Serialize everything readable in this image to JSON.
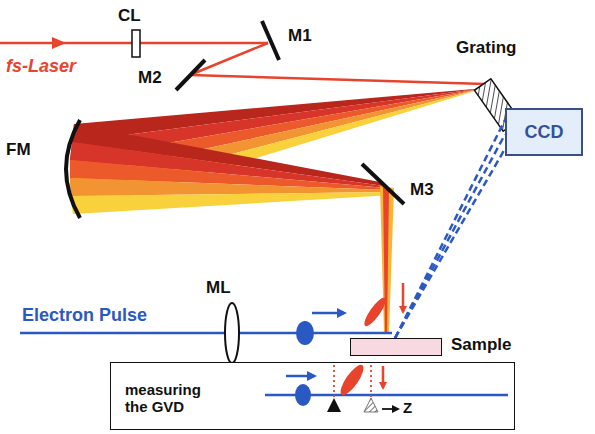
{
  "diagram": {
    "nodes": [
      {
        "text": [
          "CCD"
        ]
      },
      {
        "text": [
          "Sample"
        ]
      },
      {
        "text": [
          "measuring the GVD"
        ]
      }
    ],
    "edges": [
      {
        "from": 1,
        "to": 0,
        "arrow": "none"
      },
      {
        "from": 1,
        "to": 0,
        "arrow": "none"
      },
      {
        "from": 1,
        "to": 0,
        "arrow": "none"
      }
    ],
    "labels": [
      "CL",
      "M1",
      "Grating",
      "fs-Laser",
      "M2",
      "FM",
      "M3",
      "ML",
      "Electron Pulse",
      "Z"
    ]
  }
}
